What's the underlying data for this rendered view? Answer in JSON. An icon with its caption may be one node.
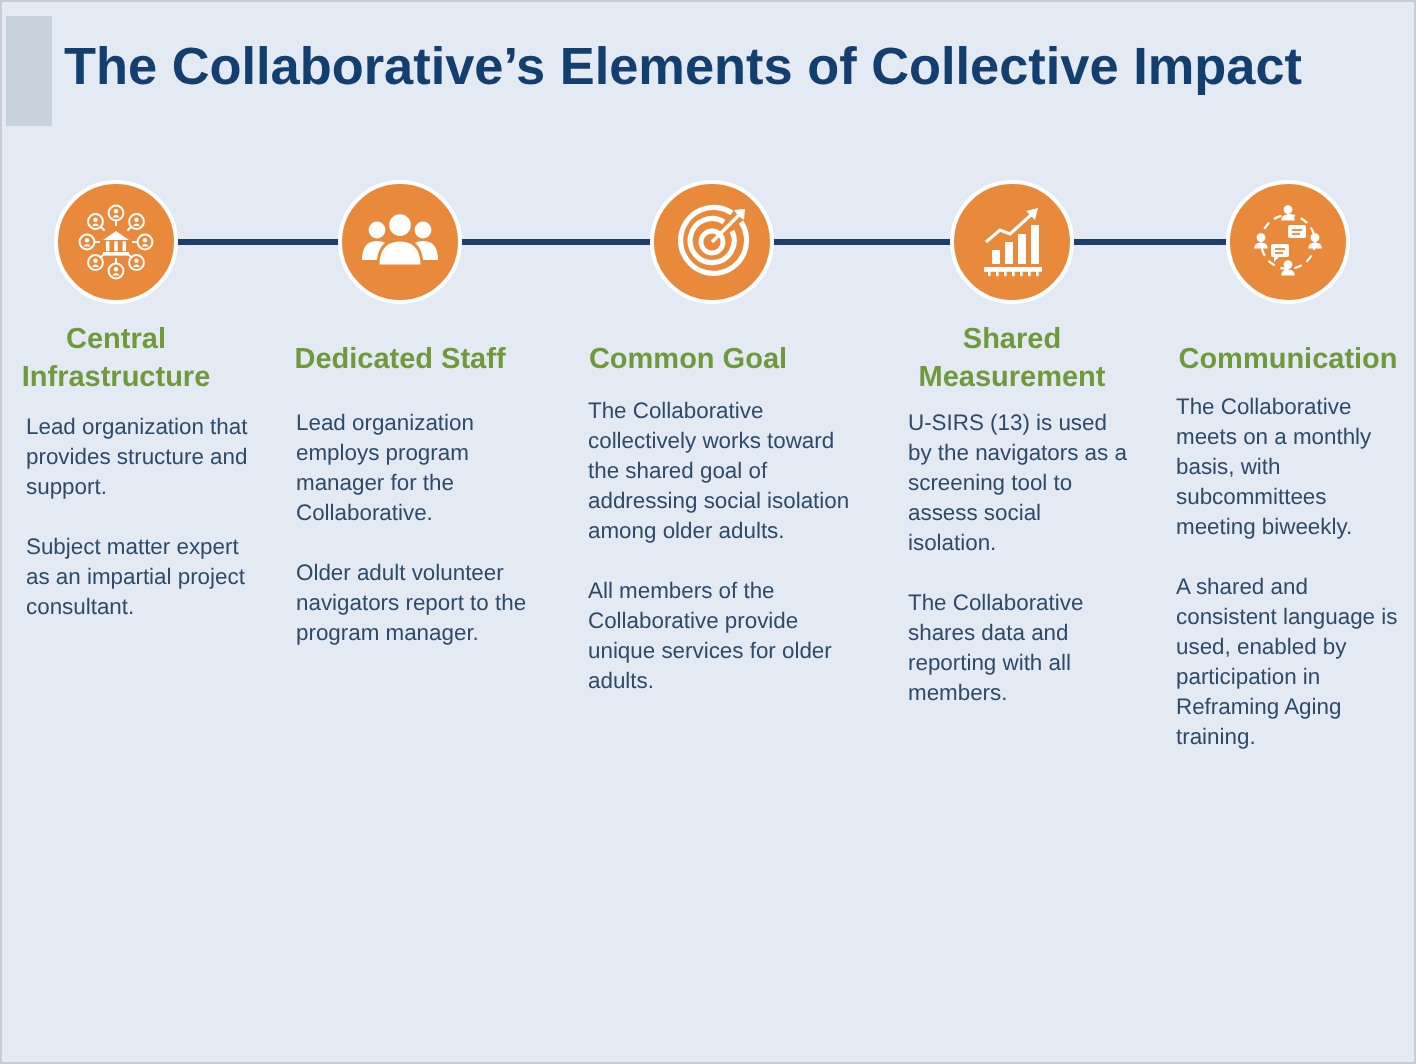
{
  "diagram": {
    "title": "The Collaborative’s Elements of Collective Impact",
    "nodes": [
      {
        "text": [],
        "shape": "circle",
        "beside": [
          "Central Infrastructure",
          "Lead organization that provides structure and support.",
          "Subject matter expert as an impartial project consultant."
        ]
      },
      {
        "text": [],
        "shape": "circle",
        "beside": [
          "Dedicated Staff",
          "Lead organization employs program manager for the Collaborative.",
          "Older adult volunteer navigators report to the program manager."
        ]
      },
      {
        "text": [],
        "shape": "circle",
        "beside": [
          "Common Goal",
          "The Collaborative collectively works toward the shared goal of addressing social isolation among older adults.",
          "All members of the Collaborative provide unique services for older adults."
        ]
      },
      {
        "text": [],
        "shape": "circle",
        "beside": [
          "Shared Measurement",
          "U-SIRS (13) is used by the navigators as a screening tool to assess social isolation.",
          "The Collaborative shares data and reporting with all members."
        ]
      },
      {
        "text": [],
        "shape": "circle",
        "beside": [
          "Communication",
          "The Collaborative meets on a monthly basis, with subcommittees meeting biweekly.",
          "A shared and consistent language is used, enabled by participation in Reframing Aging training."
        ]
      }
    ],
    "edges": [
      {
        "from": 0,
        "to": 1,
        "arrow": "none"
      },
      {
        "from": 1,
        "to": 2,
        "arrow": "none"
      },
      {
        "from": 2,
        "to": 3,
        "arrow": "none"
      },
      {
        "from": 3,
        "to": 4,
        "arrow": "none"
      }
    ]
  }
}
